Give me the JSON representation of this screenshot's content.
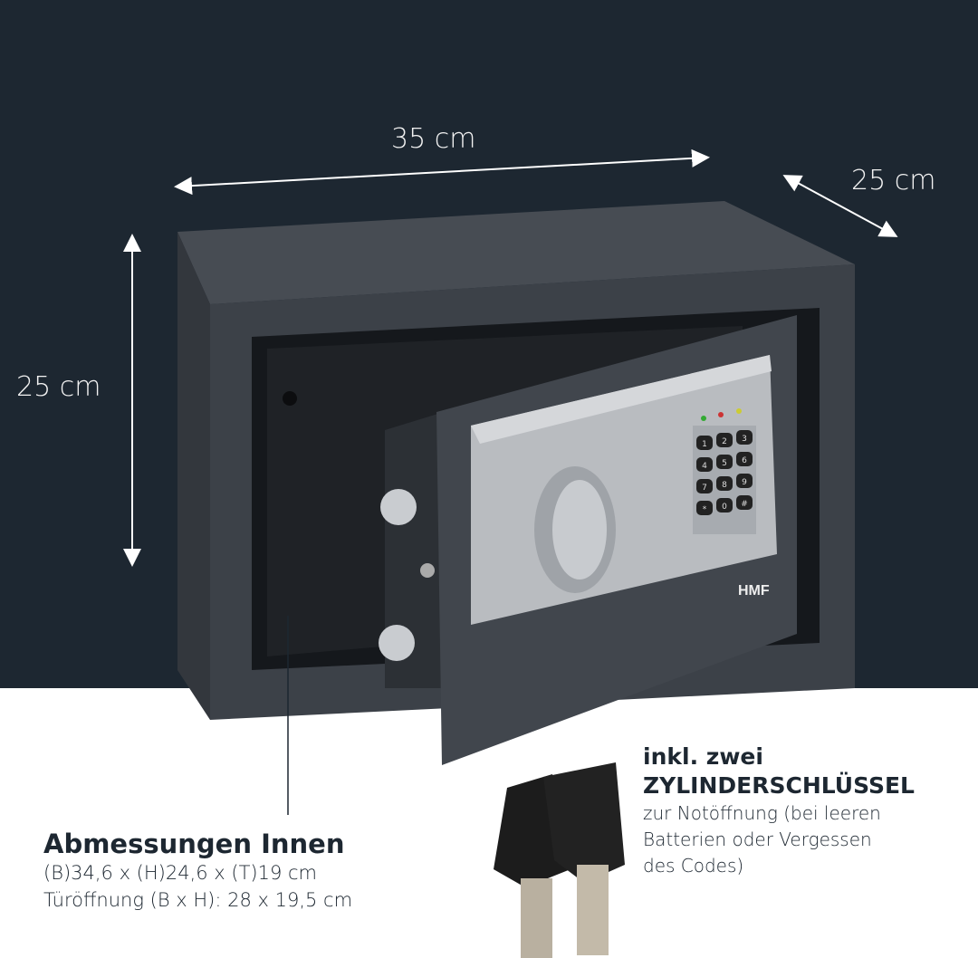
{
  "dimensions": {
    "width": "35 cm",
    "depth": "25 cm",
    "height": "25 cm"
  },
  "safe": {
    "brand_logo": "HMF",
    "keypad_keys": [
      "1",
      "2",
      "3",
      "4",
      "5",
      "6",
      "7",
      "8",
      "9",
      "*",
      "0",
      "#"
    ]
  },
  "interior": {
    "title": "Abmessungen Innen",
    "line1": "(B)34,6 x (H)24,6 x (T)19 cm",
    "line2": "Türöffnung (B x H): 28 x 19,5 cm"
  },
  "keys_info": {
    "line1": "inkl. zwei",
    "line2": "ZYLINDERSCHLÜSSEL",
    "line3": "zur Notöffnung (bei leeren",
    "line4": "Batterien oder Vergessen",
    "line5": "des Codes)"
  },
  "colors": {
    "background_dark": "#1d2731",
    "safe_body": "#3c4148",
    "lock_panel": "#b9bcc0"
  }
}
